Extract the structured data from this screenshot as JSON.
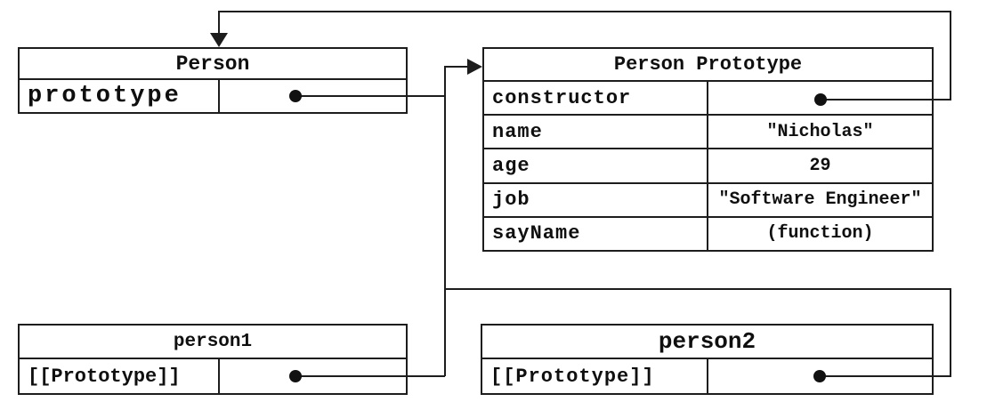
{
  "boxes": {
    "person": {
      "title": "Person",
      "rows": [
        {
          "label": "prototype",
          "value": "",
          "pointer": true
        }
      ]
    },
    "person_prototype": {
      "title": "Person Prototype",
      "rows": [
        {
          "label": "constructor",
          "value": "",
          "pointer": true
        },
        {
          "label": "name",
          "value": "\"Nicholas\"",
          "pointer": false
        },
        {
          "label": "age",
          "value": "29",
          "pointer": false
        },
        {
          "label": "job",
          "value": "\"Software Engineer\"",
          "pointer": false
        },
        {
          "label": "sayName",
          "value": "(function)",
          "pointer": false
        }
      ]
    },
    "person1": {
      "title": "person1",
      "rows": [
        {
          "label": "[[Prototype]]",
          "value": "",
          "pointer": true
        }
      ]
    },
    "person2": {
      "title": "person2",
      "rows": [
        {
          "label": "[[Prototype]]",
          "value": "",
          "pointer": true
        }
      ]
    }
  },
  "relations": [
    {
      "from": "Person.prototype",
      "to": "Person Prototype"
    },
    {
      "from": "Person Prototype.constructor",
      "to": "Person"
    },
    {
      "from": "person1.[[Prototype]]",
      "to": "Person Prototype"
    },
    {
      "from": "person2.[[Prototype]]",
      "to": "Person Prototype"
    }
  ],
  "icons": {
    "pointer_dot": "●",
    "arrow_right": "▶",
    "arrow_down": "▼"
  },
  "colors": {
    "line": "#1d1d1d",
    "text": "#0f0f0f",
    "background": "#ffffff"
  }
}
